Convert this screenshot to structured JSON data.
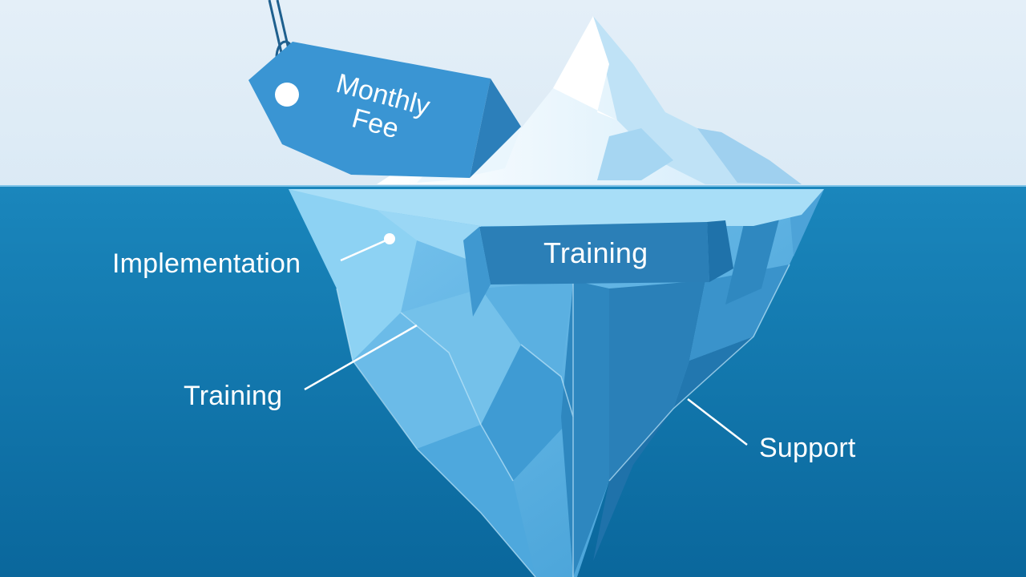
{
  "tag": {
    "line1": "Monthly",
    "line2": "Fee"
  },
  "labels": {
    "implementation": "Implementation",
    "training_band": "Training",
    "training_left": "Training",
    "support": "Support"
  },
  "colors": {
    "sky": "#e3eff7",
    "water_top": "#1b86bc",
    "water_bottom": "#0b6a9f",
    "ice_light": "#8fd0f2",
    "ice_mid": "#4fa9dc",
    "ice_dark": "#2b85bd",
    "snow": "#ffffff",
    "tag_fill": "#3a95d3",
    "band_fill": "#2b7fb7"
  }
}
